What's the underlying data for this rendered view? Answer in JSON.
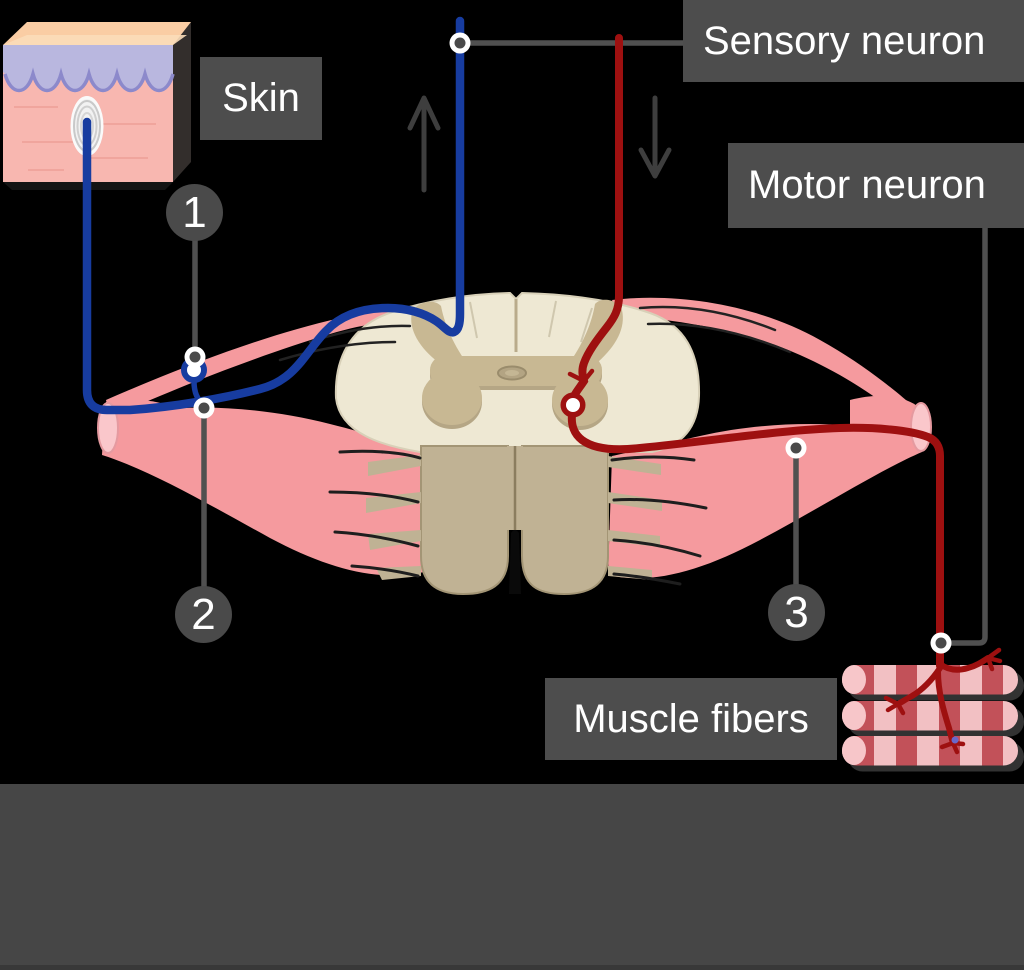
{
  "labels": {
    "skin": "Skin",
    "sensory_neuron": "Sensory neuron",
    "motor_neuron": "Motor neuron",
    "muscle_fibers": "Muscle fibers"
  },
  "markers": [
    {
      "number": "1"
    },
    {
      "number": "2"
    },
    {
      "number": "3"
    }
  ],
  "icons": {
    "up_arrow": "↑",
    "down_arrow": "↓"
  },
  "colors": {
    "background": "#000000",
    "bottom_bar": "#464646",
    "label_box": "#4D4D4D",
    "label_text": "#FFFFFF",
    "marker_circle": "#4A4A4A",
    "leader_line": "#505050",
    "sensory_neuron_blue": "#173CA0",
    "motor_neuron_red": "#9E1010",
    "nerve_root_pink": "#F59A9E",
    "nerve_cut_end_pink": "#FAC7CB",
    "white_matter_cream": "#EEE8D3",
    "gray_matter_tan": "#C8B893",
    "cord_front_face": "#C0B294",
    "muscle_band_red": "#C25159",
    "muscle_band_pink": "#F2C0C3",
    "skin_top": "#FACDA4",
    "skin_epidermis": "#B9B7DF",
    "skin_dermis": "#F8B7B0"
  }
}
